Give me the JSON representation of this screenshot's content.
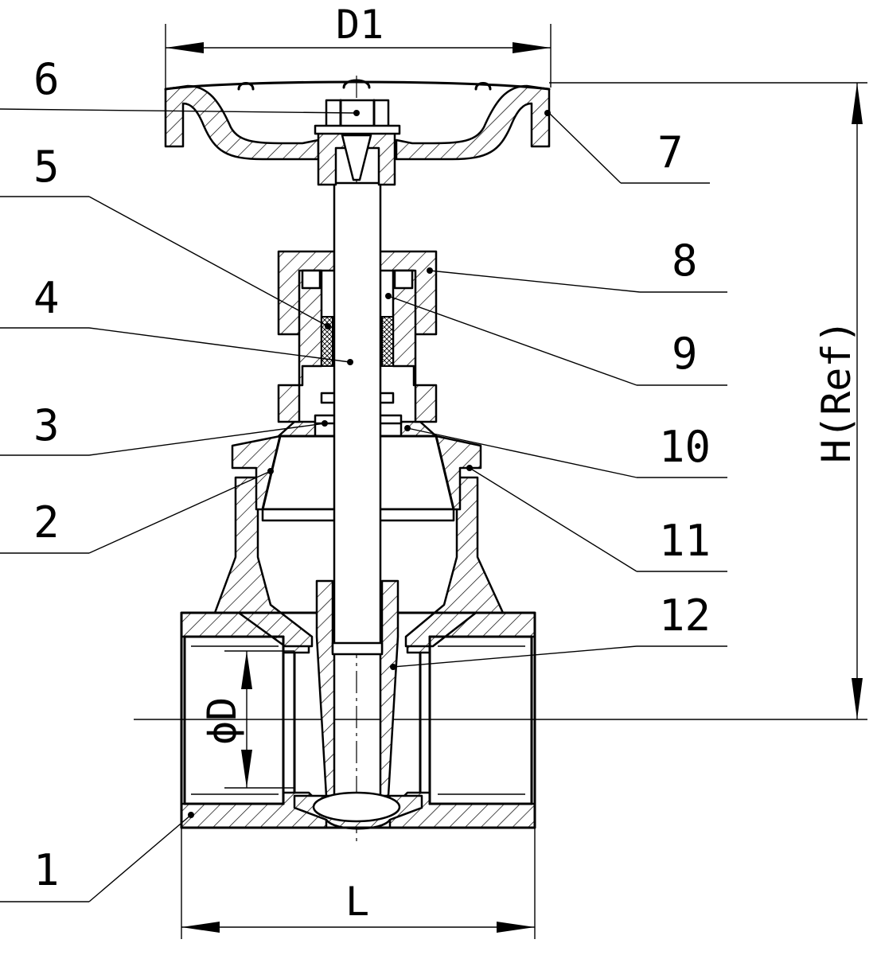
{
  "title": "",
  "part_numbers": {
    "p1": "1",
    "p2": "2",
    "p3": "3",
    "p4": "4",
    "p5": "5",
    "p6": "6",
    "p7": "7",
    "p8": "8",
    "p9": "9",
    "p10": "10",
    "p11": "11",
    "p12": "12"
  },
  "dimensions": {
    "top_width": "D1",
    "bottom_length": "L",
    "bore_diameter": "ϕD",
    "height": "H(Ref)"
  },
  "colors": {
    "line": "#000000",
    "background": "#ffffff"
  }
}
